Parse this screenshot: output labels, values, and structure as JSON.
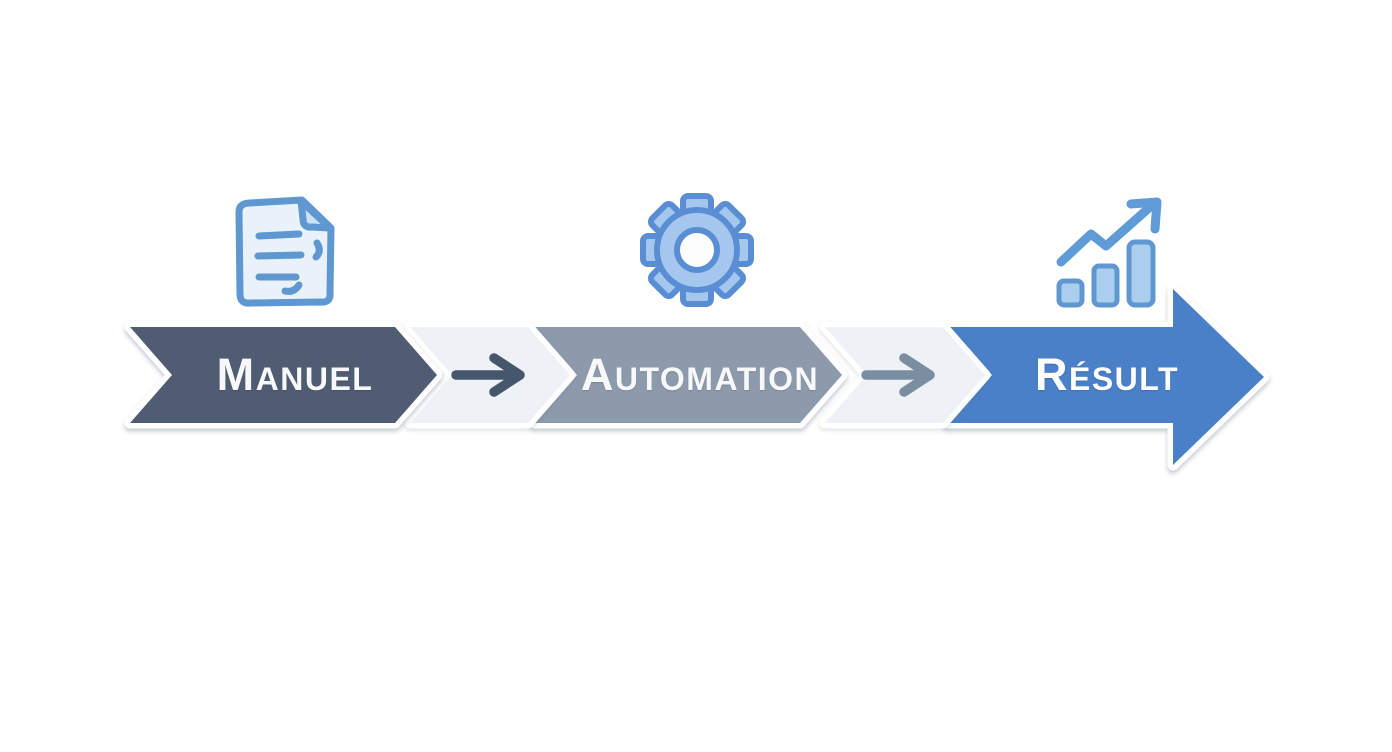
{
  "diagram": {
    "steps": [
      {
        "label": "Manuel",
        "icon": "document-icon",
        "color": "#4f5c71",
        "text_color": "#f6f8fa"
      },
      {
        "label": "Automation",
        "icon": "gear-icon",
        "color": "#8c9aac",
        "text_color": "#f6f8fa"
      },
      {
        "label": "Résult",
        "icon": "growth-chart-icon",
        "color": "#4a80c8",
        "text_color": "#ffffff"
      }
    ],
    "connectors": [
      {
        "symbol": "→",
        "color": "#46566b",
        "background": "#eef1f6"
      },
      {
        "symbol": "→",
        "color": "#7b8da1",
        "background": "#eef1f6"
      }
    ],
    "icons": {
      "outline_color": "#5f97d0",
      "document_fill": "#e9f2fa",
      "document_fold_fill": "#cfe2f4",
      "gear_fill": "#a5c7ee",
      "gear_outline": "#5a8ed4",
      "gear_hole_fill": "#fdfdfe",
      "chart_bar_fill": "#abceee",
      "chart_line_color": "#5f9bd6"
    }
  }
}
